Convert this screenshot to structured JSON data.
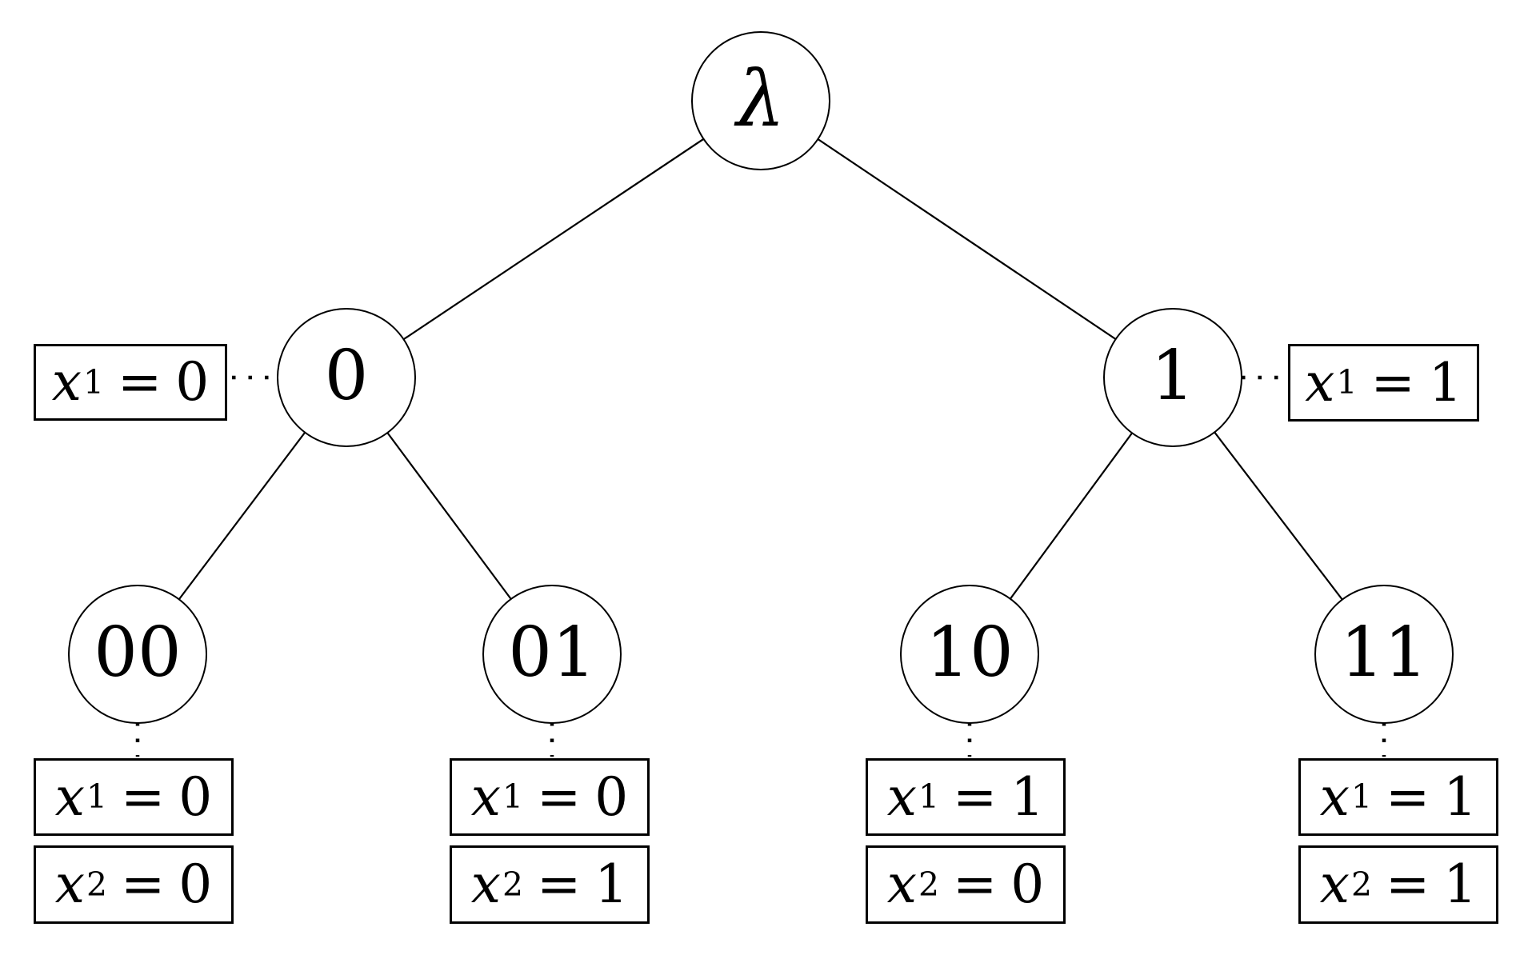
{
  "colors": {
    "ink": "#000000",
    "paper": "#ffffff"
  },
  "tree": {
    "description": "Binary prefix tree with variable-assignment labels",
    "edges": [
      [
        "λ",
        "0"
      ],
      [
        "λ",
        "1"
      ],
      [
        "0",
        "00"
      ],
      [
        "0",
        "01"
      ],
      [
        "1",
        "10"
      ],
      [
        "1",
        "11"
      ]
    ],
    "nodes": {
      "root": {
        "label": "λ"
      },
      "n0": {
        "label": "0"
      },
      "n1": {
        "label": "1"
      },
      "n00": {
        "label": "00"
      },
      "n01": {
        "label": "01"
      },
      "n10": {
        "label": "10"
      },
      "n11": {
        "label": "11"
      }
    },
    "annotations": {
      "n0": {
        "var": "x",
        "sub": "1",
        "rel": "=",
        "val": "0"
      },
      "n1": {
        "var": "x",
        "sub": "1",
        "rel": "=",
        "val": "1"
      }
    },
    "leaf_assignments": {
      "n00": [
        {
          "var": "x",
          "sub": "1",
          "rel": "=",
          "val": "0"
        },
        {
          "var": "x",
          "sub": "2",
          "rel": "=",
          "val": "0"
        }
      ],
      "n01": [
        {
          "var": "x",
          "sub": "1",
          "rel": "=",
          "val": "0"
        },
        {
          "var": "x",
          "sub": "2",
          "rel": "=",
          "val": "1"
        }
      ],
      "n10": [
        {
          "var": "x",
          "sub": "1",
          "rel": "=",
          "val": "1"
        },
        {
          "var": "x",
          "sub": "2",
          "rel": "=",
          "val": "0"
        }
      ],
      "n11": [
        {
          "var": "x",
          "sub": "1",
          "rel": "=",
          "val": "1"
        },
        {
          "var": "x",
          "sub": "2",
          "rel": "=",
          "val": "1"
        }
      ]
    }
  }
}
